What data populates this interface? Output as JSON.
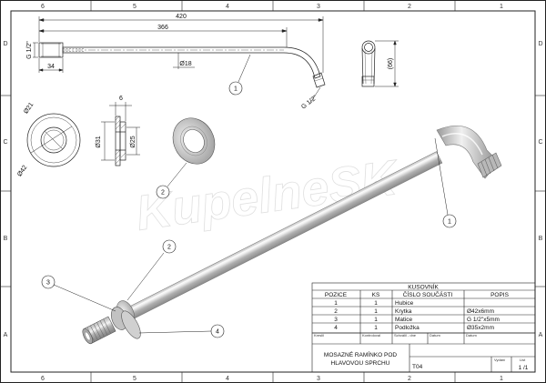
{
  "zones": {
    "columns": [
      "6",
      "5",
      "4",
      "3",
      "2",
      "1"
    ],
    "rows": [
      "D",
      "C",
      "B",
      "A"
    ]
  },
  "dimensions": {
    "overall_length": "420",
    "inner_length": "366",
    "thread_left": "G 1/2\"",
    "socket_length": "34",
    "tube_dia": "Ø18",
    "thread_right": "G 1/2\"",
    "drop_height": "(66)",
    "cover_inner": "Ø21",
    "cover_outer": "Ø42",
    "cover_thickness": "6",
    "cover_bore": "Ø31",
    "cover_step": "Ø25"
  },
  "balloons": {
    "top_arm": "1",
    "rosette_part": "2",
    "iso_arm": "1",
    "iso_cover": "2",
    "iso_nut": "3",
    "iso_washer": "4"
  },
  "watermark": "KupelneSK",
  "bom": {
    "title": "KUSOVNÍK",
    "headers": [
      "POZICE",
      "KS",
      "ČÍSLO SOUČÁSTI",
      "POPIS"
    ],
    "rows": [
      [
        "1",
        "1",
        "Hubice",
        ""
      ],
      [
        "2",
        "1",
        "Krytka",
        "Ø42x6mm"
      ],
      [
        "3",
        "1",
        "Matice",
        "G 1/2\"x5mm"
      ],
      [
        "4",
        "1",
        "Podložka",
        "Ø35x2mm"
      ]
    ]
  },
  "title_block": {
    "sub_labels": [
      "Kreslil",
      "Kontroloval",
      "Schválil - dne",
      "Datum",
      "Datum"
    ],
    "name_line1": "MOSAZNÉ RAMÍNKO POD",
    "name_line2": "HLAVOVOU SPRCHU",
    "drawing_no": "T04",
    "edition_label": "Vydání",
    "sheet_label": "List",
    "sheet_value": "1 /1"
  }
}
